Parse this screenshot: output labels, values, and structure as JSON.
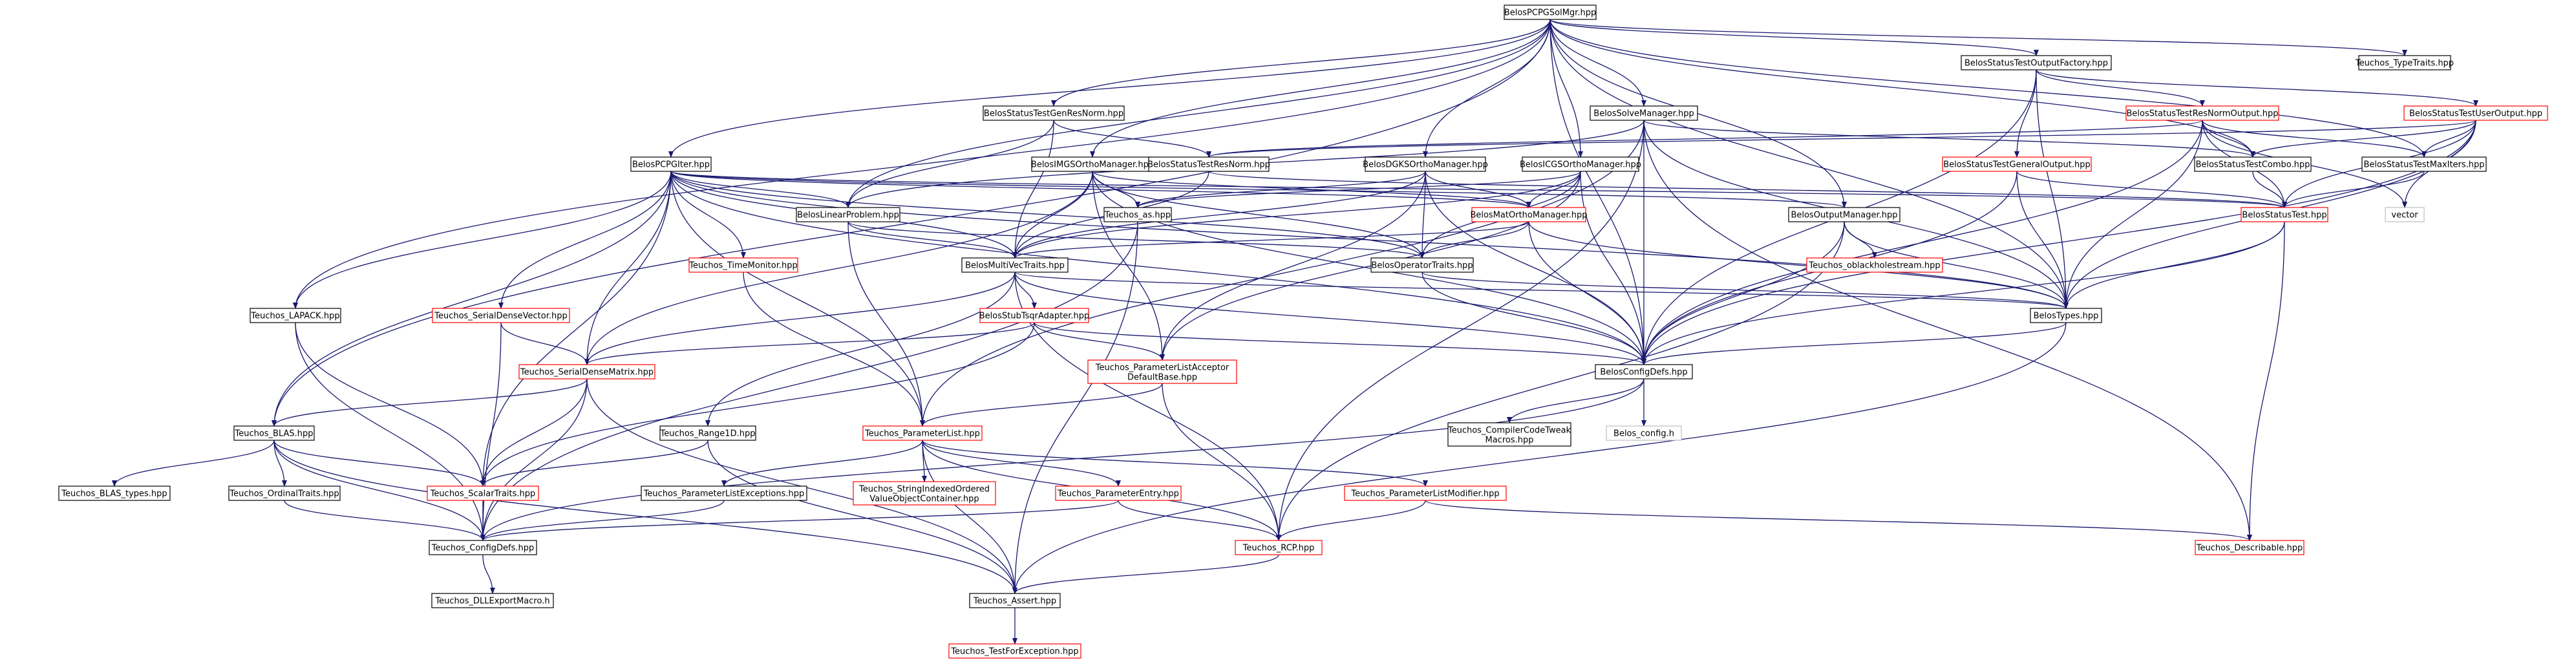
{
  "colors": {
    "edge": "#191970",
    "black": "#000000",
    "red": "#ff0000",
    "gray": "#bfbfbf",
    "root_fill": "#bfbfbf"
  },
  "root": "n_root",
  "nodes": [
    {
      "id": "n_root",
      "label": "BelosPCPGSolMgr.hpp",
      "border": "black",
      "fill": "root"
    },
    {
      "id": "n_typetraits",
      "label": "Teuchos_TypeTraits.hpp",
      "border": "black"
    },
    {
      "id": "n_stofact",
      "label": "BelosStatusTestOutputFactory.hpp",
      "border": "black"
    },
    {
      "id": "n_stgenres",
      "label": "BelosStatusTestGenResNorm.hpp",
      "border": "black"
    },
    {
      "id": "n_solvemgr",
      "label": "BelosSolveManager.hpp",
      "border": "black"
    },
    {
      "id": "n_stresnormout",
      "label": "BelosStatusTestResNormOutput.hpp",
      "border": "red"
    },
    {
      "id": "n_stuserout",
      "label": "BelosStatusTestUserOutput.hpp",
      "border": "red"
    },
    {
      "id": "n_pcpgiter",
      "label": "BelosPCPGIter.hpp",
      "border": "black"
    },
    {
      "id": "n_imgs",
      "label": "BelosIMGSOrthoManager.hpp",
      "border": "black"
    },
    {
      "id": "n_stresnorm",
      "label": "BelosStatusTestResNorm.hpp",
      "border": "black"
    },
    {
      "id": "n_dgks",
      "label": "BelosDGKSOrthoManager.hpp",
      "border": "black"
    },
    {
      "id": "n_icgs",
      "label": "BelosICGSOrthoManager.hpp",
      "border": "black"
    },
    {
      "id": "n_stgenout",
      "label": "BelosStatusTestGeneralOutput.hpp",
      "border": "red"
    },
    {
      "id": "n_stcombo",
      "label": "BelosStatusTestCombo.hpp",
      "border": "black"
    },
    {
      "id": "n_stmaxiters",
      "label": "BelosStatusTestMaxIters.hpp",
      "border": "black"
    },
    {
      "id": "n_linprob",
      "label": "BelosLinearProblem.hpp",
      "border": "black"
    },
    {
      "id": "n_as",
      "label": "Teuchos_as.hpp",
      "border": "black"
    },
    {
      "id": "n_matortho",
      "label": "BelosMatOrthoManager.hpp",
      "border": "red"
    },
    {
      "id": "n_outmgr",
      "label": "BelosOutputManager.hpp",
      "border": "black"
    },
    {
      "id": "n_sttest",
      "label": "BelosStatusTest.hpp",
      "border": "red"
    },
    {
      "id": "n_vector",
      "label": "vector",
      "border": "gray"
    },
    {
      "id": "n_timemon",
      "label": "Teuchos_TimeMonitor.hpp",
      "border": "red"
    },
    {
      "id": "n_mvtraits",
      "label": "BelosMultiVecTraits.hpp",
      "border": "black"
    },
    {
      "id": "n_optraits",
      "label": "BelosOperatorTraits.hpp",
      "border": "black"
    },
    {
      "id": "n_oblack",
      "label": "Teuchos_oblackholestream.hpp",
      "border": "red"
    },
    {
      "id": "n_lapack",
      "label": "Teuchos_LAPACK.hpp",
      "border": "black"
    },
    {
      "id": "n_serdvec",
      "label": "Teuchos_SerialDenseVector.hpp",
      "border": "red"
    },
    {
      "id": "n_stubtsqr",
      "label": "BelosStubTsqrAdapter.hpp",
      "border": "red"
    },
    {
      "id": "n_types",
      "label": "BelosTypes.hpp",
      "border": "black"
    },
    {
      "id": "n_plad",
      "label": [
        "Teuchos_ParameterListAcceptor",
        "DefaultBase.hpp"
      ],
      "border": "red"
    },
    {
      "id": "n_serdmat",
      "label": "Teuchos_SerialDenseMatrix.hpp",
      "border": "red"
    },
    {
      "id": "n_configdefs",
      "label": "BelosConfigDefs.hpp",
      "border": "black"
    },
    {
      "id": "n_blas",
      "label": "Teuchos_BLAS.hpp",
      "border": "black"
    },
    {
      "id": "n_range1d",
      "label": "Teuchos_Range1D.hpp",
      "border": "black"
    },
    {
      "id": "n_plist",
      "label": "Teuchos_ParameterList.hpp",
      "border": "red"
    },
    {
      "id": "n_compiler",
      "label": [
        "Teuchos_CompilerCodeTweak",
        "Macros.hpp"
      ],
      "border": "black"
    },
    {
      "id": "n_belosconfig",
      "label": "Belos_config.h",
      "border": "gray"
    },
    {
      "id": "n_blastypes",
      "label": "Teuchos_BLAS_types.hpp",
      "border": "black"
    },
    {
      "id": "n_ordtraits",
      "label": "Teuchos_OrdinalTraits.hpp",
      "border": "black"
    },
    {
      "id": "n_scaltraits",
      "label": "Teuchos_ScalarTraits.hpp",
      "border": "red"
    },
    {
      "id": "n_plexc",
      "label": "Teuchos_ParameterListExceptions.hpp",
      "border": "black"
    },
    {
      "id": "n_sioc",
      "label": [
        "Teuchos_StringIndexedOrdered",
        "ValueObjectContainer.hpp"
      ],
      "border": "red"
    },
    {
      "id": "n_pentry",
      "label": "Teuchos_ParameterEntry.hpp",
      "border": "red"
    },
    {
      "id": "n_plmod",
      "label": "Teuchos_ParameterListModifier.hpp",
      "border": "red"
    },
    {
      "id": "n_describable",
      "label": "Teuchos_Describable.hpp",
      "border": "red"
    },
    {
      "id": "n_tconfig",
      "label": "Teuchos_ConfigDefs.hpp",
      "border": "black"
    },
    {
      "id": "n_rcp",
      "label": "Teuchos_RCP.hpp",
      "border": "red"
    },
    {
      "id": "n_dllexp",
      "label": "Teuchos_DLLExportMacro.h",
      "border": "black"
    },
    {
      "id": "n_assert",
      "label": "Teuchos_Assert.hpp",
      "border": "black"
    },
    {
      "id": "n_testexc",
      "label": "Teuchos_TestForException.hpp",
      "border": "red"
    }
  ],
  "edges": [
    [
      "n_root",
      "n_typetraits"
    ],
    [
      "n_root",
      "n_stofact"
    ],
    [
      "n_root",
      "n_stgenres"
    ],
    [
      "n_root",
      "n_solvemgr"
    ],
    [
      "n_root",
      "n_pcpgiter"
    ],
    [
      "n_root",
      "n_imgs"
    ],
    [
      "n_root",
      "n_dgks"
    ],
    [
      "n_root",
      "n_icgs"
    ],
    [
      "n_root",
      "n_stcombo"
    ],
    [
      "n_root",
      "n_stmaxiters"
    ],
    [
      "n_root",
      "n_linprob"
    ],
    [
      "n_root",
      "n_outmgr"
    ],
    [
      "n_root",
      "n_types"
    ],
    [
      "n_root",
      "n_configdefs"
    ],
    [
      "n_root",
      "n_lapack"
    ],
    [
      "n_root",
      "n_blas"
    ],
    [
      "n_stofact",
      "n_stresnormout"
    ],
    [
      "n_stofact",
      "n_stuserout"
    ],
    [
      "n_stofact",
      "n_stgenout"
    ],
    [
      "n_stofact",
      "n_types"
    ],
    [
      "n_stofact",
      "n_configdefs"
    ],
    [
      "n_stgenres",
      "n_stresnorm"
    ],
    [
      "n_stgenres",
      "n_mvtraits"
    ],
    [
      "n_stgenres",
      "n_linprob"
    ],
    [
      "n_solvemgr",
      "n_linprob"
    ],
    [
      "n_solvemgr",
      "n_types"
    ],
    [
      "n_solvemgr",
      "n_stcombo"
    ],
    [
      "n_solvemgr",
      "n_configdefs"
    ],
    [
      "n_solvemgr",
      "n_plist"
    ],
    [
      "n_solvemgr",
      "n_rcp"
    ],
    [
      "n_solvemgr",
      "n_describable"
    ],
    [
      "n_stresnormout",
      "n_stcombo"
    ],
    [
      "n_stresnormout",
      "n_stmaxiters"
    ],
    [
      "n_stresnormout",
      "n_sttest"
    ],
    [
      "n_stresnormout",
      "n_types"
    ],
    [
      "n_stresnormout",
      "n_configdefs"
    ],
    [
      "n_stresnormout",
      "n_vector"
    ],
    [
      "n_stresnormout",
      "n_stresnorm"
    ],
    [
      "n_stuserout",
      "n_stcombo"
    ],
    [
      "n_stuserout",
      "n_stmaxiters"
    ],
    [
      "n_stuserout",
      "n_sttest"
    ],
    [
      "n_stuserout",
      "n_types"
    ],
    [
      "n_stuserout",
      "n_configdefs"
    ],
    [
      "n_stuserout",
      "n_vector"
    ],
    [
      "n_stuserout",
      "n_stresnorm"
    ],
    [
      "n_pcpgiter",
      "n_linprob"
    ],
    [
      "n_pcpgiter",
      "n_matortho"
    ],
    [
      "n_pcpgiter",
      "n_outmgr"
    ],
    [
      "n_pcpgiter",
      "n_sttest"
    ],
    [
      "n_pcpgiter",
      "n_mvtraits"
    ],
    [
      "n_pcpgiter",
      "n_optraits"
    ],
    [
      "n_pcpgiter",
      "n_timemon"
    ],
    [
      "n_pcpgiter",
      "n_serdvec"
    ],
    [
      "n_pcpgiter",
      "n_serdmat"
    ],
    [
      "n_pcpgiter",
      "n_lapack"
    ],
    [
      "n_pcpgiter",
      "n_blas"
    ],
    [
      "n_pcpgiter",
      "n_scaltraits"
    ],
    [
      "n_pcpgiter",
      "n_plist"
    ],
    [
      "n_pcpgiter",
      "n_types"
    ],
    [
      "n_pcpgiter",
      "n_configdefs"
    ],
    [
      "n_imgs",
      "n_matortho"
    ],
    [
      "n_imgs",
      "n_mvtraits"
    ],
    [
      "n_imgs",
      "n_optraits"
    ],
    [
      "n_imgs",
      "n_as"
    ],
    [
      "n_imgs",
      "n_plad"
    ],
    [
      "n_imgs",
      "n_serdmat"
    ],
    [
      "n_imgs",
      "n_configdefs"
    ],
    [
      "n_stresnorm",
      "n_sttest"
    ],
    [
      "n_stresnorm",
      "n_mvtraits"
    ],
    [
      "n_dgks",
      "n_matortho"
    ],
    [
      "n_dgks",
      "n_mvtraits"
    ],
    [
      "n_dgks",
      "n_optraits"
    ],
    [
      "n_dgks",
      "n_as"
    ],
    [
      "n_dgks",
      "n_plad"
    ],
    [
      "n_dgks",
      "n_configdefs"
    ],
    [
      "n_icgs",
      "n_matortho"
    ],
    [
      "n_icgs",
      "n_mvtraits"
    ],
    [
      "n_icgs",
      "n_optraits"
    ],
    [
      "n_icgs",
      "n_as"
    ],
    [
      "n_icgs",
      "n_plad"
    ],
    [
      "n_icgs",
      "n_configdefs"
    ],
    [
      "n_stgenout",
      "n_sttest"
    ],
    [
      "n_stgenout",
      "n_types"
    ],
    [
      "n_stgenout",
      "n_configdefs"
    ],
    [
      "n_stcombo",
      "n_sttest"
    ],
    [
      "n_stmaxiters",
      "n_sttest"
    ],
    [
      "n_linprob",
      "n_mvtraits"
    ],
    [
      "n_linprob",
      "n_optraits"
    ],
    [
      "n_linprob",
      "n_plist"
    ],
    [
      "n_as",
      "n_assert"
    ],
    [
      "n_as",
      "n_tconfig"
    ],
    [
      "n_matortho",
      "n_mvtraits"
    ],
    [
      "n_matortho",
      "n_optraits"
    ],
    [
      "n_matortho",
      "n_types"
    ],
    [
      "n_matortho",
      "n_configdefs"
    ],
    [
      "n_outmgr",
      "n_oblack"
    ],
    [
      "n_outmgr",
      "n_types"
    ],
    [
      "n_outmgr",
      "n_configdefs"
    ],
    [
      "n_outmgr",
      "n_rcp"
    ],
    [
      "n_sttest",
      "n_types"
    ],
    [
      "n_sttest",
      "n_configdefs"
    ],
    [
      "n_sttest",
      "n_describable"
    ],
    [
      "n_timemon",
      "n_plist"
    ],
    [
      "n_mvtraits",
      "n_stubtsqr"
    ],
    [
      "n_mvtraits",
      "n_types"
    ],
    [
      "n_mvtraits",
      "n_serdmat"
    ],
    [
      "n_mvtraits",
      "n_range1d"
    ],
    [
      "n_mvtraits",
      "n_rcp"
    ],
    [
      "n_mvtraits",
      "n_configdefs"
    ],
    [
      "n_optraits",
      "n_types"
    ],
    [
      "n_optraits",
      "n_configdefs"
    ],
    [
      "n_lapack",
      "n_scaltraits"
    ],
    [
      "n_lapack",
      "n_tconfig"
    ],
    [
      "n_serdvec",
      "n_serdmat"
    ],
    [
      "n_serdvec",
      "n_tconfig"
    ],
    [
      "n_stubtsqr",
      "n_plad"
    ],
    [
      "n_stubtsqr",
      "n_serdmat"
    ],
    [
      "n_stubtsqr",
      "n_configdefs"
    ],
    [
      "n_stubtsqr",
      "n_scaltraits"
    ],
    [
      "n_types",
      "n_configdefs"
    ],
    [
      "n_types",
      "n_assert"
    ],
    [
      "n_plad",
      "n_plist"
    ],
    [
      "n_plad",
      "n_rcp"
    ],
    [
      "n_serdmat",
      "n_blas"
    ],
    [
      "n_serdmat",
      "n_scaltraits"
    ],
    [
      "n_serdmat",
      "n_tconfig"
    ],
    [
      "n_serdmat",
      "n_assert"
    ],
    [
      "n_configdefs",
      "n_compiler"
    ],
    [
      "n_configdefs",
      "n_belosconfig"
    ],
    [
      "n_configdefs",
      "n_tconfig"
    ],
    [
      "n_blas",
      "n_blastypes"
    ],
    [
      "n_blas",
      "n_ordtraits"
    ],
    [
      "n_blas",
      "n_scaltraits"
    ],
    [
      "n_blas",
      "n_tconfig"
    ],
    [
      "n_blas",
      "n_assert"
    ],
    [
      "n_range1d",
      "n_scaltraits"
    ],
    [
      "n_range1d",
      "n_assert"
    ],
    [
      "n_plist",
      "n_plexc"
    ],
    [
      "n_plist",
      "n_sioc"
    ],
    [
      "n_plist",
      "n_pentry"
    ],
    [
      "n_plist",
      "n_plmod"
    ],
    [
      "n_plist",
      "n_rcp"
    ],
    [
      "n_plist",
      "n_assert"
    ],
    [
      "n_ordtraits",
      "n_tconfig"
    ],
    [
      "n_scaltraits",
      "n_tconfig"
    ],
    [
      "n_plexc",
      "n_tconfig"
    ],
    [
      "n_pentry",
      "n_tconfig"
    ],
    [
      "n_pentry",
      "n_rcp"
    ],
    [
      "n_plmod",
      "n_rcp"
    ],
    [
      "n_plmod",
      "n_describable"
    ],
    [
      "n_tconfig",
      "n_dllexp"
    ],
    [
      "n_rcp",
      "n_assert"
    ],
    [
      "n_assert",
      "n_testexc"
    ]
  ]
}
